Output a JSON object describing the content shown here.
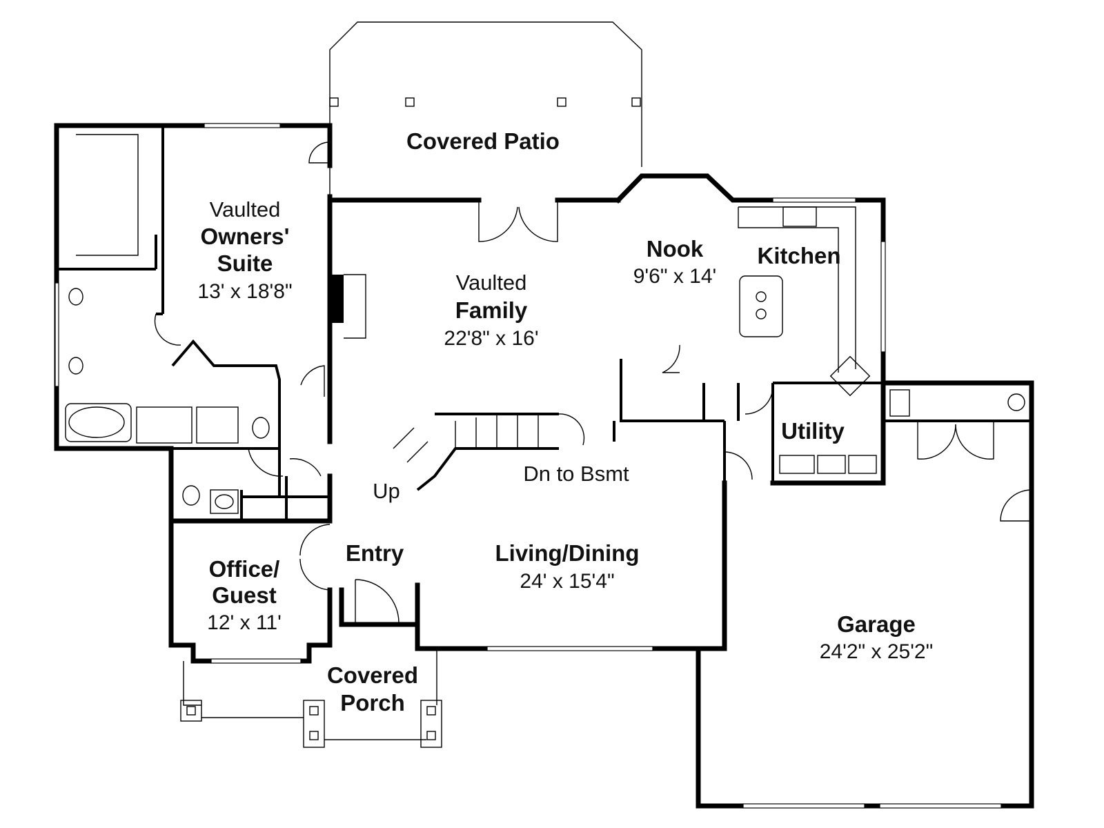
{
  "rooms": {
    "patio": {
      "name": "Covered Patio"
    },
    "owners_suite": {
      "line1": "Vaulted",
      "line2": "Owners'",
      "line3": "Suite",
      "dims": "13' x 18'8\""
    },
    "family": {
      "line1": "Vaulted",
      "line2": "Family",
      "dims": "22'8\" x 16'"
    },
    "nook": {
      "name": "Nook",
      "dims": "9'6\" x 14'"
    },
    "kitchen": {
      "name": "Kitchen"
    },
    "utility": {
      "name": "Utility"
    },
    "entry": {
      "name": "Entry"
    },
    "living_dining": {
      "name": "Living/Dining",
      "dims": "24' x 15'4\""
    },
    "office": {
      "line1": "Office/",
      "line2": "Guest",
      "dims": "12' x 11'"
    },
    "garage": {
      "name": "Garage",
      "dims": "24'2\" x 25'2\""
    },
    "porch": {
      "line1": "Covered",
      "line2": "Porch"
    }
  },
  "stairs": {
    "up": "Up",
    "down": "Dn to Bsmt"
  }
}
